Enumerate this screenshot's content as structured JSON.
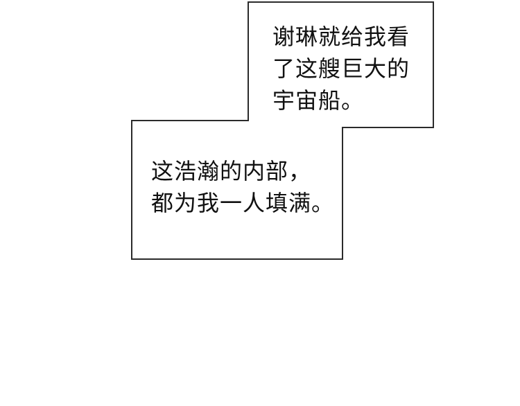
{
  "captions": [
    {
      "lines": [
        "谢琳就给我看",
        "了这艘巨大的",
        "宇宙船。"
      ]
    },
    {
      "lines": [
        "这浩瀚的内部，",
        "都为我一人填满。"
      ]
    }
  ],
  "colors": {
    "border": "#2a2a2a",
    "text": "#111111",
    "background": "#ffffff"
  }
}
